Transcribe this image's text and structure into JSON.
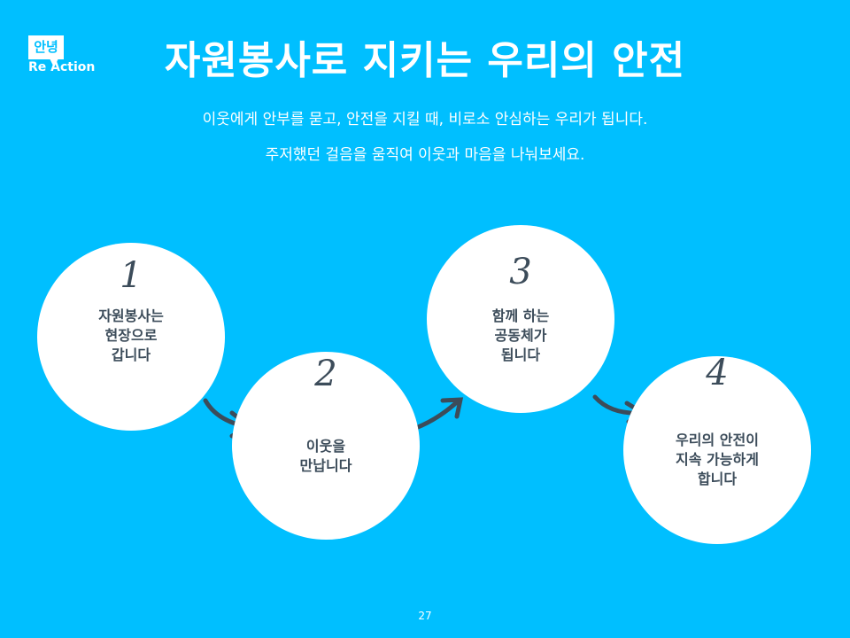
{
  "logo": {
    "bubble": "안녕",
    "word": "Re Action"
  },
  "title": "자원봉사로 지키는 우리의 안전",
  "subtitle": [
    "이웃에게 안부를 묻고, 안전을 지킬 때, 비로소 안심하는 우리가 됩니다.",
    "주저했던 걸음을 움직여 이웃과 마음을 나눠보세요."
  ],
  "steps": [
    {
      "num": "1",
      "text": "자원봉사는\n현장으로\n갑니다"
    },
    {
      "num": "2",
      "text": "이웃을\n만납니다"
    },
    {
      "num": "3",
      "text": "함께 하는\n공동체가\n됩니다"
    },
    {
      "num": "4",
      "text": "우리의 안전이\n지속 가능하게\n합니다"
    }
  ],
  "page_number": "27",
  "colors": {
    "background": "#00bfff",
    "text": "#3c4c5a"
  }
}
